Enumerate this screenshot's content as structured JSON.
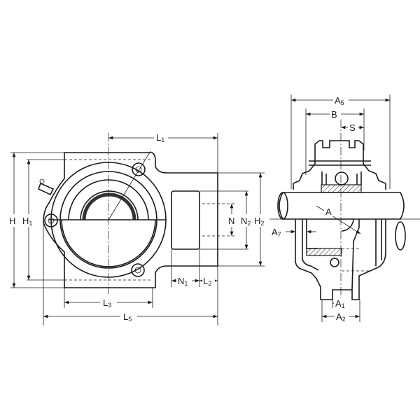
{
  "front_view": {
    "labels": {
      "L1": {
        "main": "L",
        "sub": "1"
      },
      "H": {
        "main": "H",
        "sub": ""
      },
      "H1": {
        "main": "H",
        "sub": "1"
      },
      "N": {
        "main": "N",
        "sub": ""
      },
      "N2": {
        "main": "N",
        "sub": "2"
      },
      "H2": {
        "main": "H",
        "sub": "2"
      },
      "N1": {
        "main": "N",
        "sub": "1"
      },
      "L2": {
        "main": "L",
        "sub": "2"
      },
      "L3": {
        "main": "L",
        "sub": "3"
      },
      "L5": {
        "main": "L",
        "sub": "5"
      }
    }
  },
  "side_view": {
    "labels": {
      "A5": {
        "main": "A",
        "sub": "5"
      },
      "B": {
        "main": "B",
        "sub": ""
      },
      "S": {
        "main": "S",
        "sub": ""
      },
      "A": {
        "main": "A",
        "sub": ""
      },
      "A7": {
        "main": "A",
        "sub": "7"
      },
      "A1": {
        "main": "A",
        "sub": "1"
      },
      "A2": {
        "main": "A",
        "sub": "2"
      }
    }
  }
}
